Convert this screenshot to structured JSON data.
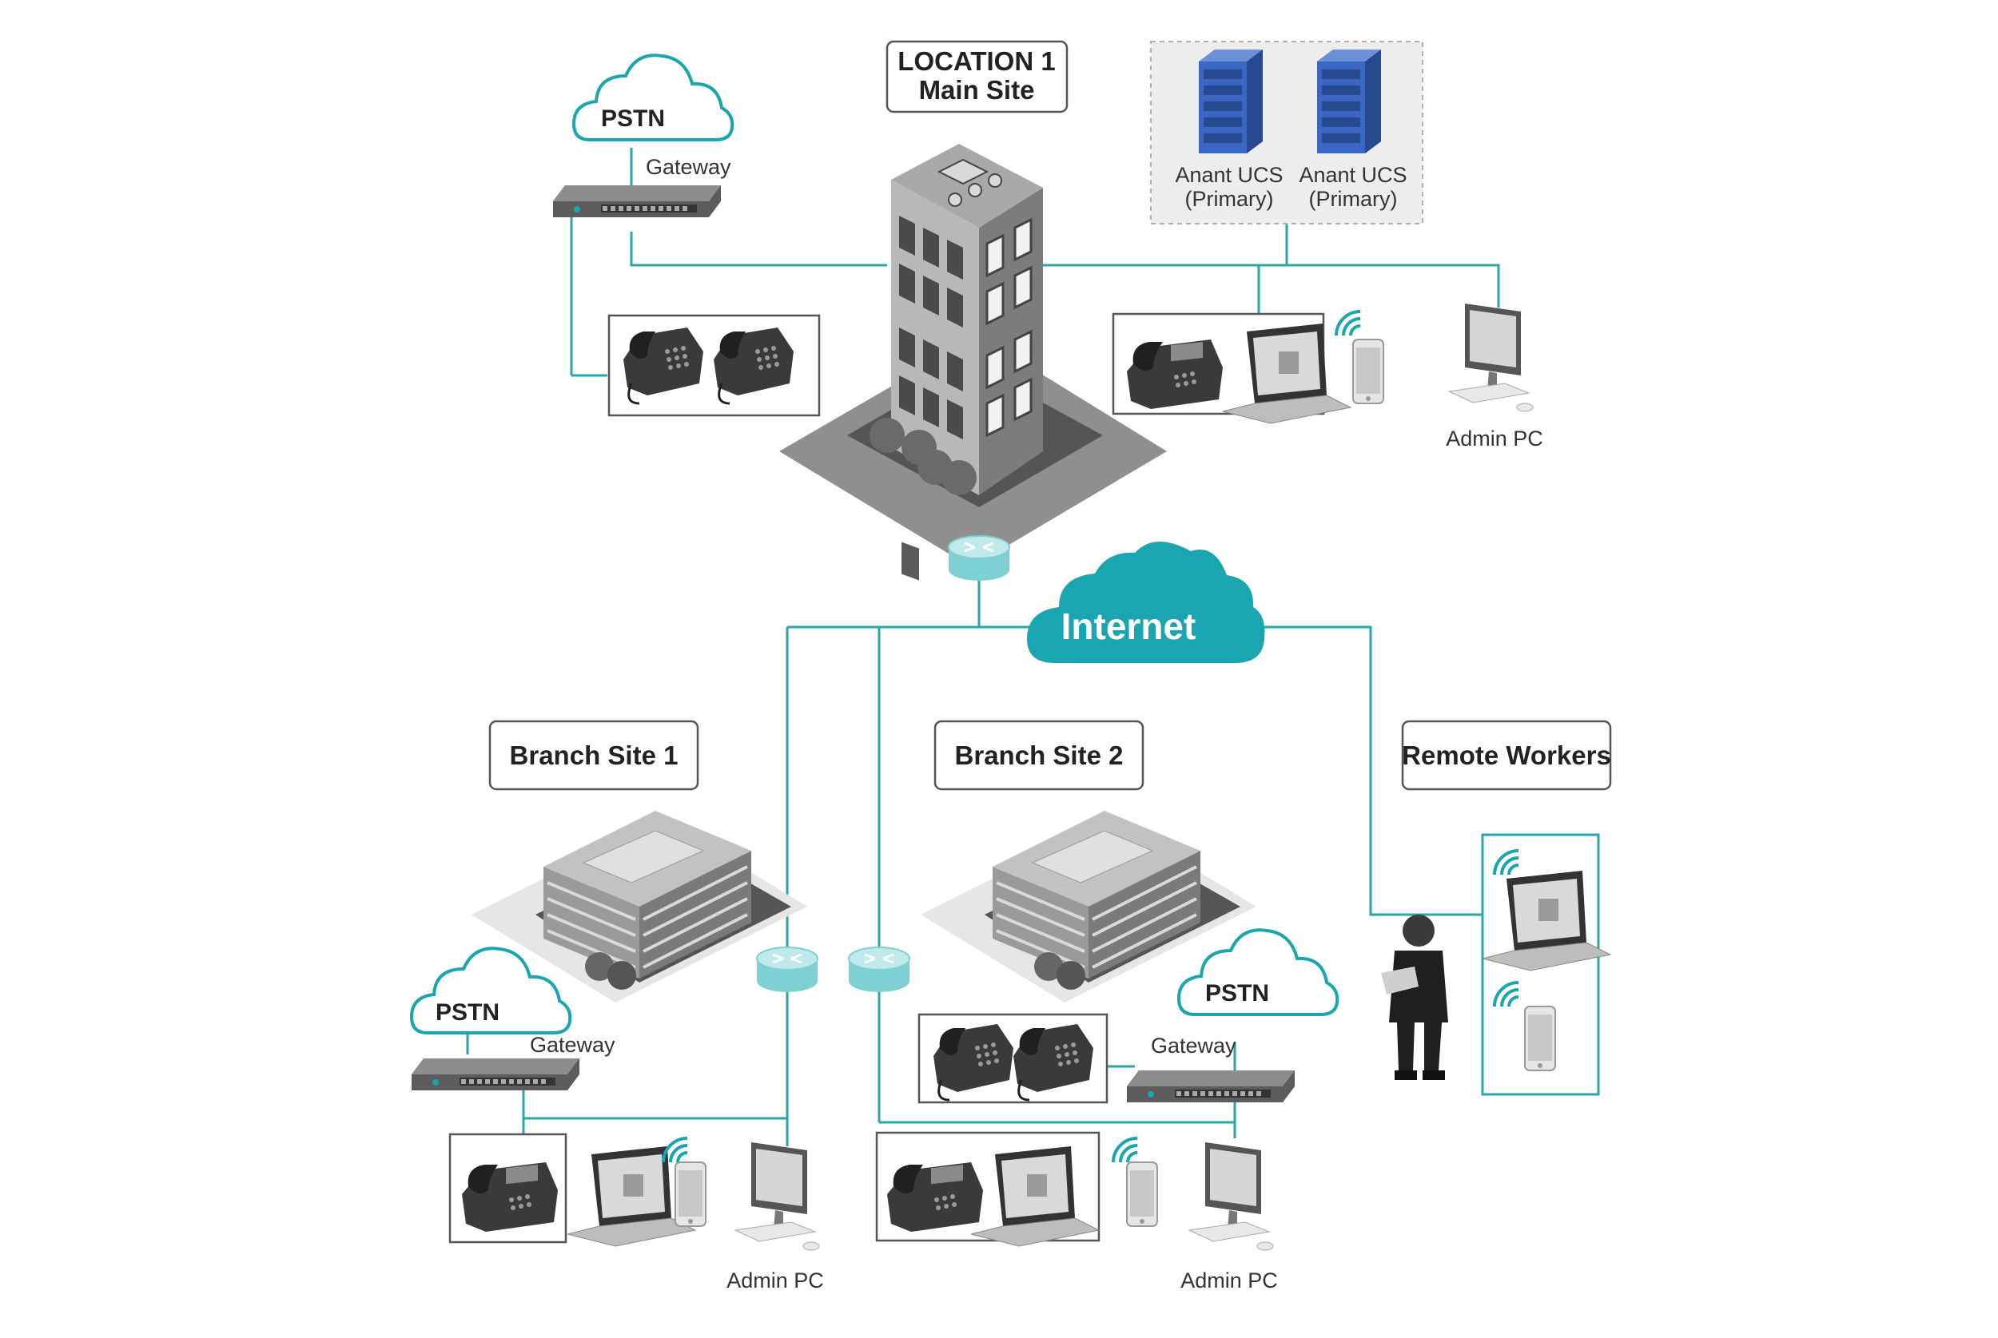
{
  "location1": {
    "line1": "LOCATION 1",
    "line2": "Main Site"
  },
  "servers": [
    {
      "line1": "Anant UCS",
      "line2": "(Primary)"
    },
    {
      "line1": "Anant UCS",
      "line2": "(Primary)"
    }
  ],
  "pstn_label": "PSTN",
  "gateway_label": "Gateway",
  "admin_pc_label": "Admin PC",
  "internet_label": "Internet",
  "branch1": "Branch Site 1",
  "branch2": "Branch Site 2",
  "remote": "Remote Workers",
  "colors": {
    "link": "#2aa5a8",
    "cloud": "#1aa6b0",
    "server": "#3a67c4",
    "building": "#8a8a8a"
  }
}
